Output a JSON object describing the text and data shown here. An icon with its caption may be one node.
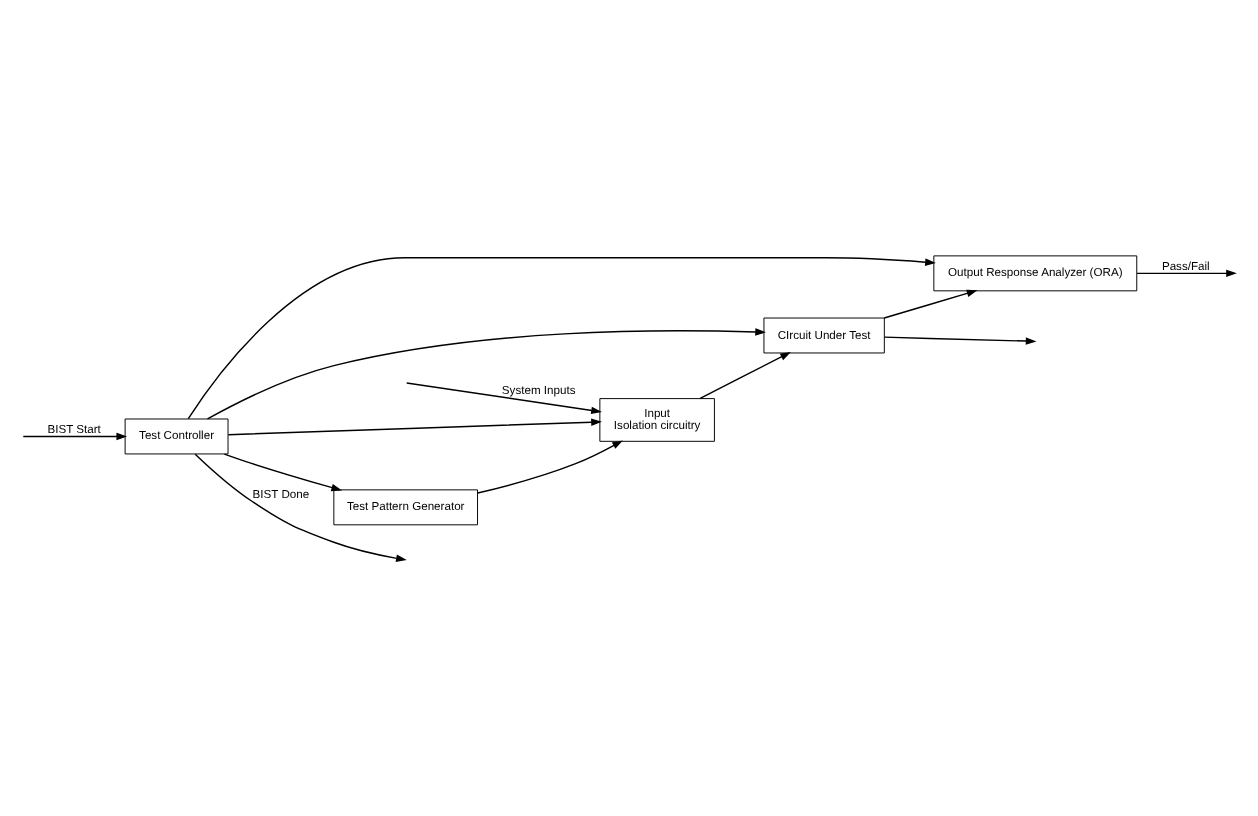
{
  "diagram": {
    "nodes": [
      {
        "text": [
          "Test Controller"
        ]
      },
      {
        "text": [
          "Output Response Analyzer (ORA)"
        ]
      },
      {
        "text": [
          "Test Pattern Generator"
        ]
      },
      {
        "text": [
          "Input",
          "Isolation circuitry"
        ]
      },
      {
        "text": [
          "CIrcuit Under Test"
        ]
      }
    ],
    "edges": [
      {
        "from": 0,
        "to": null,
        "arrow": "to",
        "label": "BIST Done"
      },
      {
        "from": null,
        "to": 0,
        "arrow": "to",
        "label": "BIST Start"
      },
      {
        "from": 0,
        "to": 1,
        "arrow": "to"
      },
      {
        "from": 0,
        "to": 2,
        "arrow": "to"
      },
      {
        "from": 0,
        "to": 3,
        "arrow": "to"
      },
      {
        "from": 0,
        "to": 4,
        "arrow": "to"
      },
      {
        "from": 1,
        "to": null,
        "arrow": "to",
        "label": "Pass/Fail"
      },
      {
        "from": 2,
        "to": 3,
        "arrow": "to"
      },
      {
        "from": null,
        "to": 3,
        "arrow": "to",
        "label": "System Inputs"
      },
      {
        "from": 3,
        "to": 4,
        "arrow": "to"
      },
      {
        "from": 4,
        "to": 1,
        "arrow": "to"
      },
      {
        "from": 4,
        "to": null,
        "arrow": "to"
      }
    ]
  }
}
